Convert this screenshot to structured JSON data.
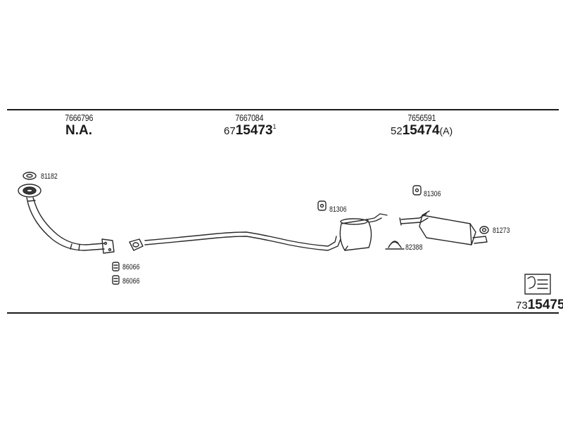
{
  "columns": [
    {
      "part_number": "7666796",
      "assembly_main": "N.A.",
      "assembly_prefix": "",
      "assembly_suffix": ""
    },
    {
      "part_number": "7667084",
      "assembly_prefix": "67",
      "assembly_main": "15473",
      "assembly_suffix": "1"
    },
    {
      "part_number": "7656591",
      "assembly_prefix": "52",
      "assembly_main": "15474",
      "assembly_suffix": "(A)"
    }
  ],
  "callouts": {
    "gasket_front": "81182",
    "mount_mid": "81306",
    "mount_rear": "81306",
    "clamp": "82388",
    "hanger_rear": "81273",
    "bolt_1": "86066",
    "bolt_2": "86066"
  },
  "footer": {
    "prefix": "73",
    "main": "15475"
  }
}
